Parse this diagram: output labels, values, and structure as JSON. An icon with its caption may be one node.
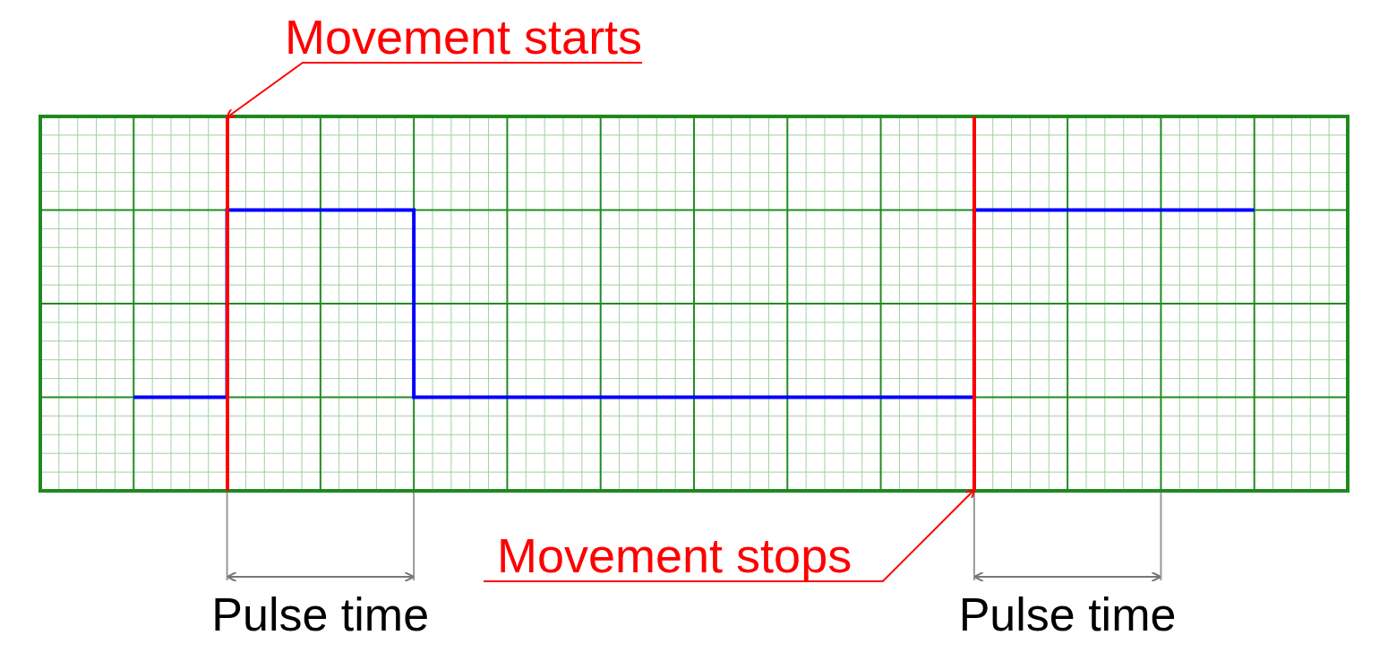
{
  "diagram": {
    "nodes": [
      {
        "text": [
          "Movement starts"
        ]
      },
      {
        "text": [
          "Movement stops"
        ]
      },
      {
        "text": [],
        "shape": "bar"
      },
      {
        "text": [],
        "shape": "bar"
      }
    ],
    "edges": [
      {
        "from": 0,
        "to": 2,
        "arrow": "to"
      },
      {
        "from": 1,
        "to": 3,
        "arrow": "to"
      }
    ],
    "labels": [
      "Pulse time",
      "Pulse time"
    ]
  }
}
